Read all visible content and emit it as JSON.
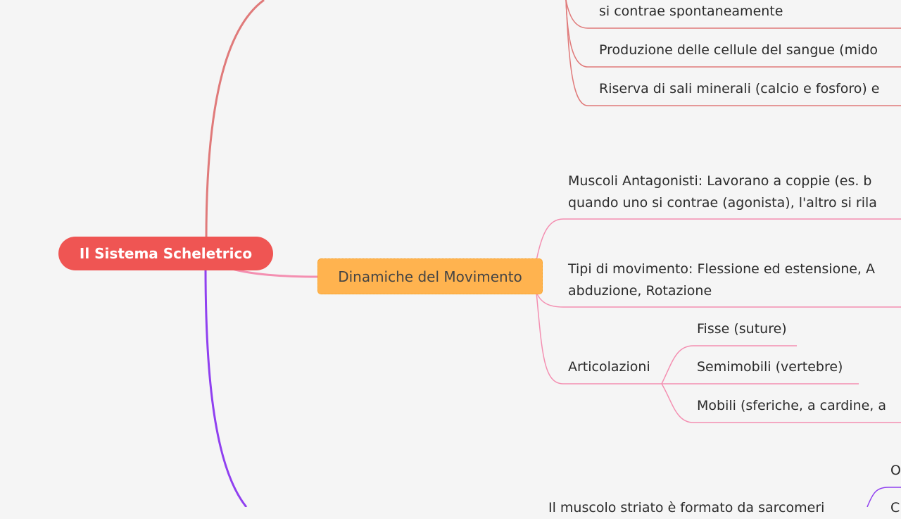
{
  "root": {
    "label": "Il Sistema Scheletrico",
    "color": "#ef5553"
  },
  "branches": {
    "top": {
      "color": "#e07a7a",
      "items": [
        "si contrae spontaneamente",
        "Produzione delle cellule del sangue (mido",
        "Riserva di sali minerali (calcio e fosforo) e"
      ]
    },
    "movimento": {
      "label": "Dinamiche del Movimento",
      "color": "#ffb34f",
      "line_color": "#f48fb1",
      "items": {
        "antagonisti": [
          "Muscoli Antagonisti: Lavorano a coppie (es. b",
          "quando uno si contrae (agonista), l'altro si rila"
        ],
        "tipi": [
          "Tipi di movimento: Flessione ed estensione, A",
          "abduzione, Rotazione"
        ],
        "articolazioni": {
          "label": "Articolazioni",
          "children": [
            "Fisse (suture)",
            "Semimobili (vertebre)",
            "Mobili (sferiche, a cardine, a"
          ]
        }
      }
    },
    "bottom": {
      "color": "#9040f0",
      "items": [
        "Il muscolo striato è formato da sarcomeri",
        "O",
        "C"
      ]
    }
  }
}
